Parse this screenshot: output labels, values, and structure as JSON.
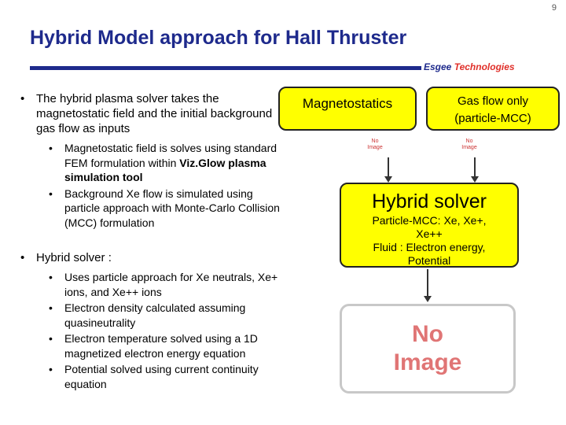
{
  "page_number": "9",
  "title": "Hybrid Model approach for Hall Thruster",
  "logo": {
    "part1": "Esgee ",
    "part2": "Technologies"
  },
  "bullet_glyph": "•",
  "left": {
    "intro": "The hybrid plasma solver takes the magnetostatic field and the initial background gas flow as inputs",
    "sub1": {
      "pre": "Magnetostatic field is solves using standard FEM formulation within ",
      "bold": "Viz.Glow plasma simulation tool"
    },
    "sub2": "Background Xe flow is simulated using particle approach with Monte-Carlo Collision (MCC) formulation",
    "hybrid_heading": "Hybrid solver :",
    "hybrid_items": [
      "Uses particle approach for Xe neutrals, Xe+ ions, and Xe++ ions",
      "Electron density calculated assuming quasineutrality",
      "Electron temperature solved using a 1D magnetized electron energy equation",
      "Potential solved using current continuity equation"
    ]
  },
  "diagram": {
    "magnetostatics": "Magnetostatics",
    "gas_flow_line1": "Gas flow only",
    "gas_flow_line2": "(particle-MCC)",
    "small_image_left_l1": "No",
    "small_image_left_l2": "Image",
    "small_image_right_l1": "No",
    "small_image_right_l2": "Image",
    "hybrid_title": "Hybrid solver",
    "hybrid_line1": "Particle-MCC: Xe, Xe+,",
    "hybrid_line2": "Xe++",
    "hybrid_line3": "Fluid : Electron energy,",
    "hybrid_line4": "Potential",
    "big_image_l1": "No",
    "big_image_l2": "Image"
  }
}
